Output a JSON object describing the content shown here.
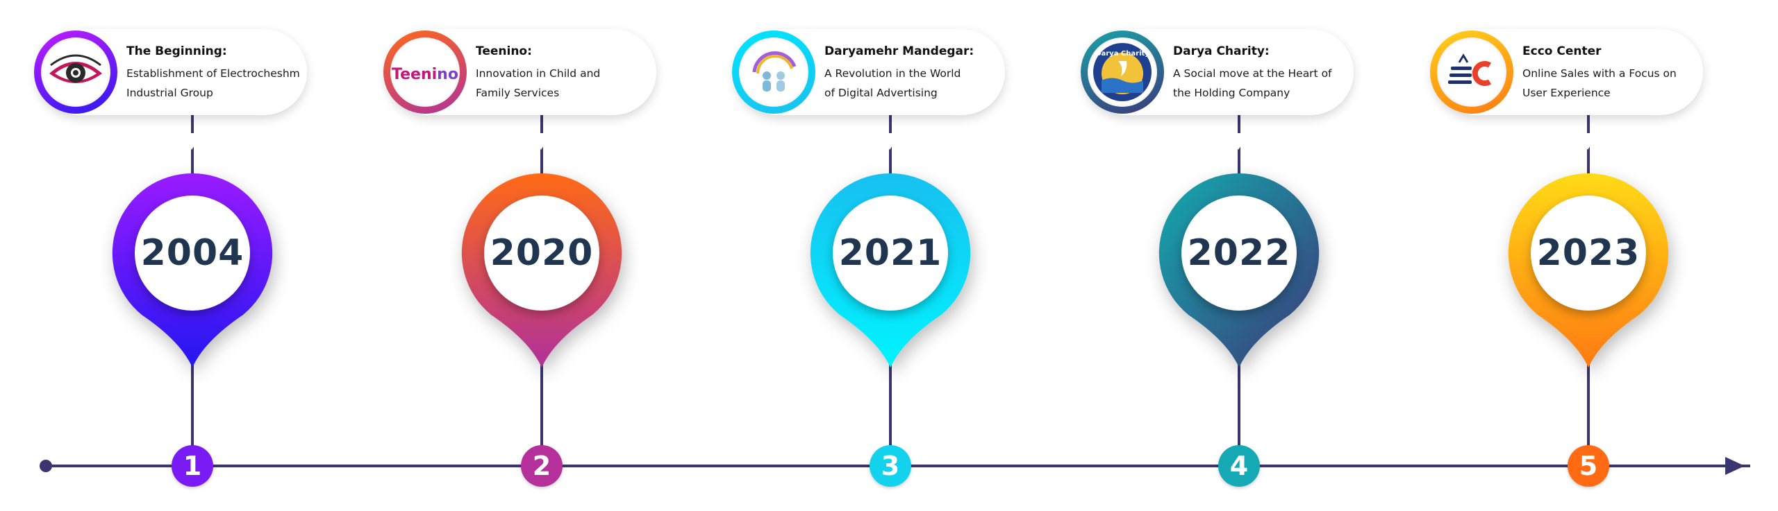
{
  "timeline": {
    "line_color": "#3a3470",
    "milestones": [
      {
        "number": "1",
        "year": "2004",
        "title": "The Beginning:",
        "desc_line1": "Establishment of Electrocheshm",
        "desc_line2": "Industrial Group",
        "logo_icon": "eye-logo-icon",
        "color_top": "#8c1bff",
        "color_bottom": "#2a1af0"
      },
      {
        "number": "2",
        "year": "2020",
        "title": "Teenino:",
        "desc_line1": "Innovation in Child and",
        "desc_line2": "Family Services",
        "logo_icon": "teenino-logo-icon",
        "logo_text": "Teenino",
        "color_top": "#ff6a1a",
        "color_bottom": "#b0309a"
      },
      {
        "number": "3",
        "year": "2021",
        "title": "Daryamehr Mandegar:",
        "desc_line1": "A Revolution in the World",
        "desc_line2": "of Digital Advertising",
        "logo_icon": "kids-rainbow-logo-icon",
        "color_top": "#10c6ee",
        "color_bottom": "#00f0ff"
      },
      {
        "number": "4",
        "year": "2022",
        "title": "Darya Charity:",
        "desc_line1": "A Social move at the Heart of",
        "desc_line2": "the Holding Company",
        "logo_icon": "darya-charity-logo-icon",
        "logo_text": "Darya Charity",
        "color_top": "#1aa3a8",
        "color_bottom": "#3b3a7a"
      },
      {
        "number": "5",
        "year": "2023",
        "title": "Ecco Center",
        "desc_line1": "Online Sales with a Focus on",
        "desc_line2": "User Experience",
        "logo_icon": "ecco-center-logo-icon",
        "color_top": "#ffd91a",
        "color_bottom": "#ff7a12"
      }
    ]
  }
}
